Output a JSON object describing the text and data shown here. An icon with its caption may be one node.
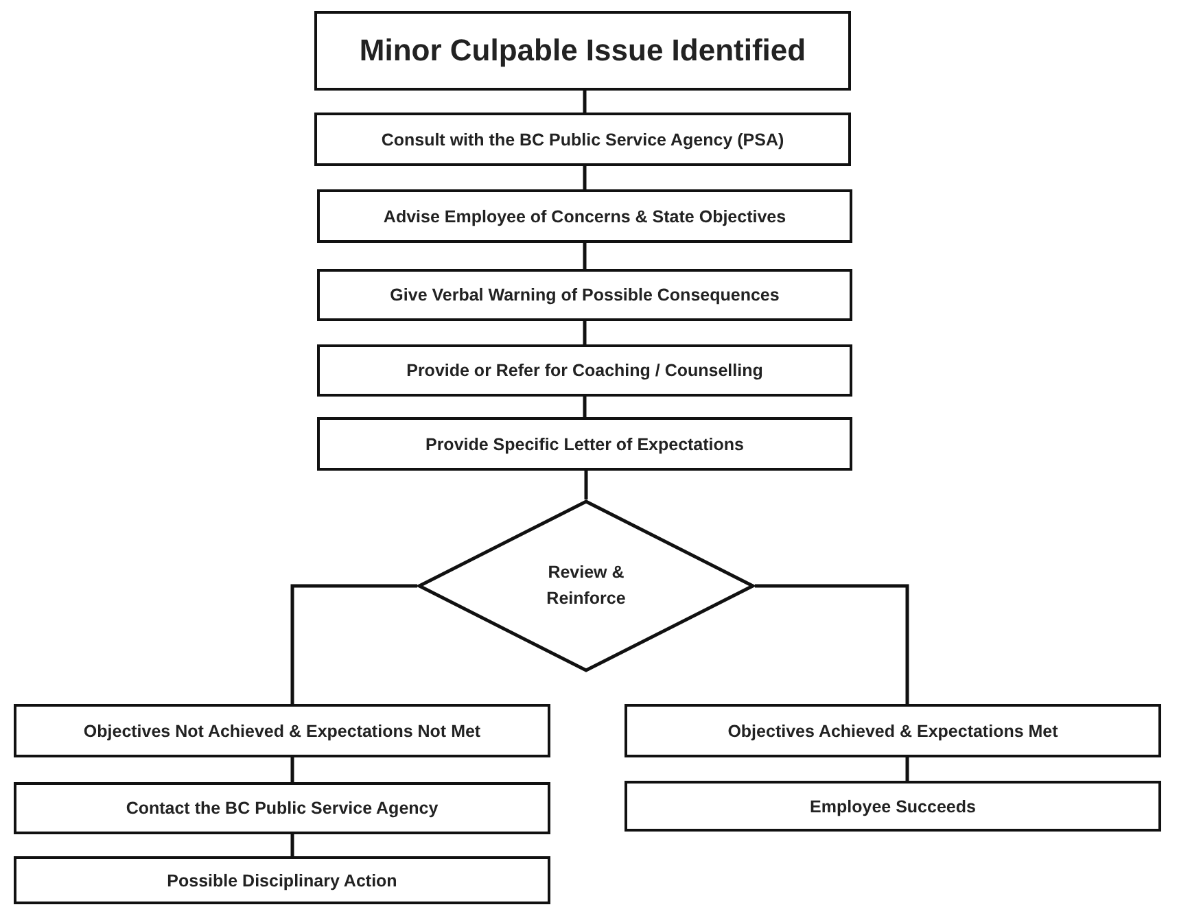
{
  "diagram": {
    "nodes": [
      {
        "text": [
          "Minor Culpable Issue Identified"
        ]
      },
      {
        "text": [
          "Consult with the BC Public Service Agency (PSA)"
        ]
      },
      {
        "text": [
          "Advise Employee of Concerns & State Objectives"
        ]
      },
      {
        "text": [
          "Give Verbal Warning of Possible Consequences"
        ]
      },
      {
        "text": [
          "Provide or Refer for Coaching / Counselling"
        ]
      },
      {
        "text": [
          "Provide Specific Letter of Expectations"
        ]
      },
      {
        "text": [
          "Review & Reinforce"
        ]
      },
      {
        "text": [
          "Objectives Not Achieved & Expectations Not Met"
        ]
      },
      {
        "text": [
          "Contact the BC Public Service Agency"
        ]
      },
      {
        "text": [
          "Possible Disciplinary Action"
        ]
      },
      {
        "text": [
          "Objectives Achieved & Expectations Met"
        ]
      },
      {
        "text": [
          "Employee Succeeds"
        ]
      }
    ],
    "edges": [
      {
        "from": 0,
        "to": 1,
        "arrow": "none"
      },
      {
        "from": 1,
        "to": 2,
        "arrow": "none"
      },
      {
        "from": 2,
        "to": 3,
        "arrow": "none"
      },
      {
        "from": 3,
        "to": 4,
        "arrow": "none"
      },
      {
        "from": 4,
        "to": 5,
        "arrow": "none"
      },
      {
        "from": 5,
        "to": 6,
        "arrow": "none"
      },
      {
        "from": 6,
        "to": 7,
        "arrow": "none"
      },
      {
        "from": 6,
        "to": 10,
        "arrow": "none"
      },
      {
        "from": 7,
        "to": 8,
        "arrow": "none"
      },
      {
        "from": 8,
        "to": 9,
        "arrow": "none"
      },
      {
        "from": 10,
        "to": 11,
        "arrow": "none"
      }
    ]
  }
}
